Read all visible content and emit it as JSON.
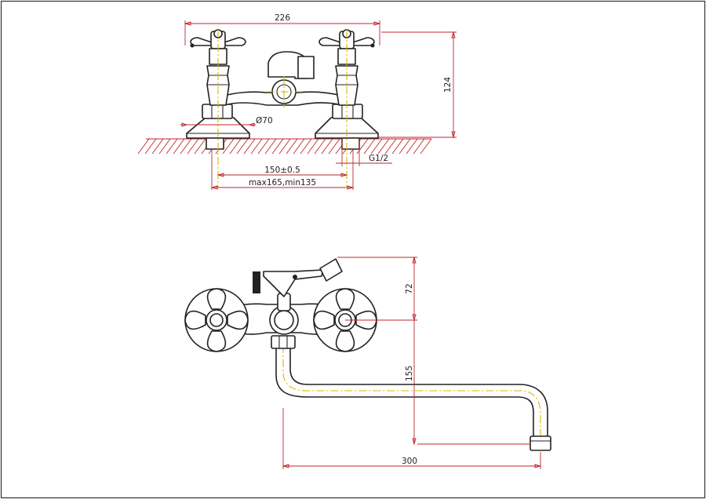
{
  "dimensions": {
    "overall_width": "226",
    "height": "124",
    "flange_diameter": "Ø70",
    "thread": "G1/2",
    "center_distance": "150±0.5",
    "adjust_range": "max165,min135",
    "handle_height": "72",
    "spout_drop": "155",
    "spout_reach": "300"
  },
  "colors": {
    "outline": "#222222",
    "dimension": "#c0262f",
    "center_axis": "#d9b800",
    "paper": "#ffffff"
  }
}
